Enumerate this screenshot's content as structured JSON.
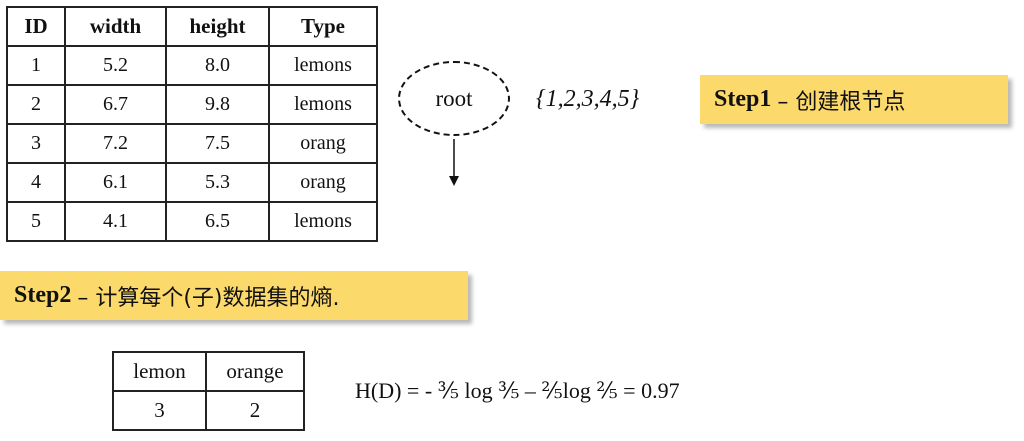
{
  "data_table": {
    "headers": [
      "ID",
      "width",
      "height",
      "Type"
    ],
    "rows": [
      [
        "1",
        "5.2",
        "8.0",
        "lemons"
      ],
      [
        "2",
        "6.7",
        "9.8",
        "lemons"
      ],
      [
        "3",
        "7.2",
        "7.5",
        "orang"
      ],
      [
        "4",
        "6.1",
        "5.3",
        "orang"
      ],
      [
        "5",
        "4.1",
        "6.5",
        "lemons"
      ]
    ]
  },
  "tree": {
    "root_label": "root",
    "set_label": "{1,2,3,4,5}"
  },
  "step1": {
    "name": "Step1",
    "text": "– 创建根节点"
  },
  "step2": {
    "name": "Step2",
    "text": "– 计算每个(子)数据集的熵."
  },
  "count_table": {
    "headers": [
      "lemon",
      "orange"
    ],
    "values": [
      "3",
      "2"
    ]
  },
  "formula": "H(D) = - ⅗ log ⅗ –  ⅖log ⅖ = 0.97",
  "colors": {
    "step_box": "#fcd96b"
  }
}
